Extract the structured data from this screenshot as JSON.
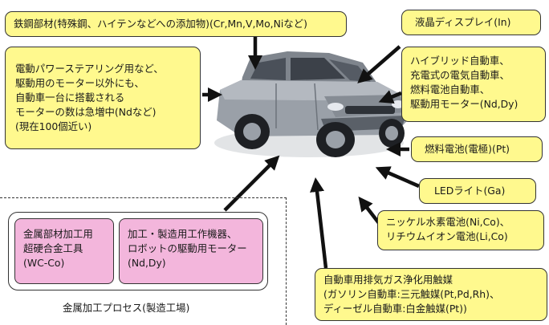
{
  "boxes": {
    "steel": "鉄鋼部材(特殊鋼、ハイテンなどへの添加物)(Cr,Mn,V,Mo,Niなど)",
    "motors": [
      "電動パワーステアリング用など、",
      "駆動用のモーター以外にも、",
      "自動車一台に搭載される",
      "モーターの数は急増中(Ndなど)",
      "(現在100個近い)"
    ],
    "lcd": "液晶ディスプレイ(In)",
    "hybrid": [
      "ハイブリッド自動車、",
      "充電式の電気自動車、",
      "燃料電池自動車、",
      "駆動用モーター(Nd,Dy)"
    ],
    "fuelcell": "燃料電池(電極)(Pt)",
    "led": "LEDライト(Ga)",
    "battery": [
      "ニッケル水素電池(Ni,Co)、",
      "リチウムイオン電池(Li,Co)"
    ],
    "catalyst": [
      "自動車用排気ガス浄化用触媒",
      "(ガソリン自動車:三元触媒(Pt,Pd,Rh)、",
      "ディーゼル自動車:白金触媒(Pt))"
    ],
    "tools": [
      "金属部材加工用",
      "超硬合金工具",
      "(WC-Co)"
    ],
    "machines": [
      "加工・製造用工作機器、",
      "ロボットの駆動用モーター",
      "(Nd,Dy)"
    ]
  },
  "factory_caption": "金属加工プロセス(製造工場)",
  "colors": {
    "yellow": "#fff98e",
    "pink": "#f3b6dc",
    "car_body": "#8e949c"
  }
}
